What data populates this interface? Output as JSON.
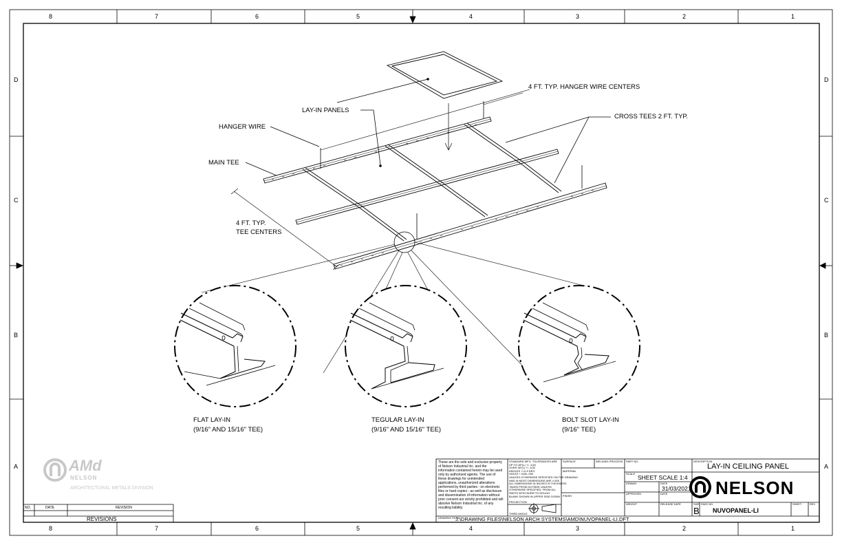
{
  "frame": {
    "columns": [
      "8",
      "7",
      "6",
      "5",
      "4",
      "3",
      "2",
      "1"
    ],
    "rows": [
      "D",
      "C",
      "B",
      "A"
    ]
  },
  "callouts": {
    "hanger_centers": "4 FT. TYP. HANGER WIRE CENTERS",
    "lay_in_panels": "LAY-IN PANELS",
    "cross_tees": "CROSS TEES 2 FT. TYP.",
    "hanger_wire": "HANGER WIRE",
    "main_tee": "MAIN TEE",
    "tee_centers_1": "4 FT. TYP.",
    "tee_centers_2": "TEE CENTERS"
  },
  "details": [
    {
      "name": "FLAT LAY-IN",
      "size": "(9/16\" AND 15/16\" TEE)"
    },
    {
      "name": "TEGULAR LAY-IN",
      "size": "(9/16\" AND 15/16\" TEE)"
    },
    {
      "name": "BOLT SLOT LAY-IN",
      "size": "(9/16\" TEE)"
    }
  ],
  "logo": {
    "mark": "AMd",
    "brand": "NELSON",
    "division": "ARCHITECTURAL METALS DIVISION"
  },
  "revisions": {
    "title": "REVISIONS",
    "col_no": "NO.",
    "col_date": "DATE",
    "col_revision": "REVISION"
  },
  "title_block": {
    "notice": [
      "These are the sole and exclusive property",
      "of Nelson Industrial Inc. and the",
      "information contained herein may be used",
      "only by authorized agents. The use of",
      "these drawings for unintended",
      "applications, unauthorized alterations",
      "performed by third parties - on electronic",
      "files or hard copies - as well as disclosure",
      "and dissemination of information without",
      "prior consent are strictly prohibited and will",
      "absolve Nelson Industrial Inc. of any",
      "resulting liability."
    ],
    "tolerances": [
      "STANDARD MFG. TOLERANCES ARE",
      "UP TO 48\"(L)  +/- 1/16",
      "OVER 48\"(L)   +/- 1/32",
      "ANGLES        +/-0.5 DEG",
      "HOLES         +.005/-.000",
      "UNLESS OTHERWISE SPECIFIED ON THE DRAWING",
      "AND IN MOST DIMENSIONS ARE ±.005",
      "ALL DIMENSIONS IN INCHES IS THICKNESS",
      "TAKEN FROM OUTSIDE UNLESS",
      "OTHERWISE SPECIFIED. FROM ALL",
      "PARTS WITH BURR TO ROUGH",
      "BLANK SHOWN IN UPPER SIDE DOWN"
    ],
    "projection_label": "PROJECTION",
    "third_angle": "THIRD ANGLE",
    "drawing_path_label": "DRAWING PATH",
    "drawing_path": "J:\\DRAWING FILES\\NELSON ARCH SYSTEMS\\AMD\\NUVOPANEL-LI.DFT",
    "material_label": "MATERIAL",
    "finish_label": "FINISH",
    "surface_label": "SURFACE",
    "weld_label": "WELDING PROCESS",
    "part_no_label": "PART NO.",
    "scale_label": "SCALE",
    "scale": "SHEET SCALE 1:4",
    "drawn_label": "DRAWN",
    "date_label": "DATE",
    "date": "31/03/2021",
    "approved_label": "APPROVED",
    "date2_label": "DATE",
    "weight_label": "WEIGHT",
    "release_label": "RELEASE DATE",
    "description_label": "DESCRIPTION",
    "description": "LAY-IN CEILING PANEL",
    "brand": "NELSON",
    "size_label": "SIZE",
    "size": "B",
    "dwg_label": "DWG NO.",
    "dwg_no": "NUVOPANEL-LI",
    "sheet_label": "SHEET",
    "rev_label": "REV"
  }
}
